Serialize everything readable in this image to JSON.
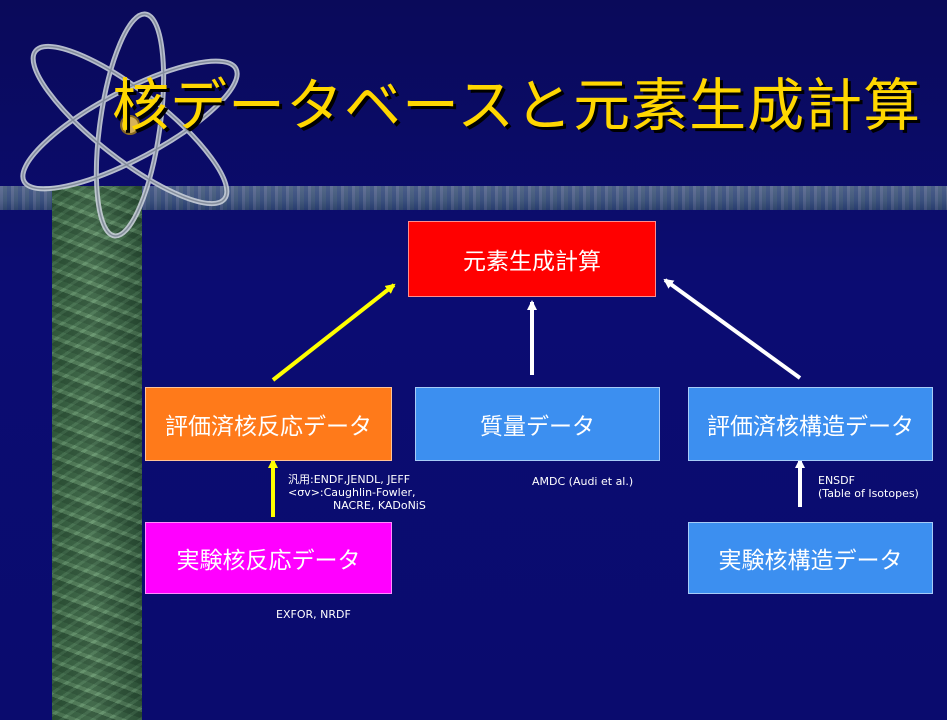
{
  "title": "核データベースと元素生成計算",
  "nodes": {
    "nucleosynthesis": {
      "label": "元素生成計算",
      "color": "#ff0000"
    },
    "evaluated_reaction": {
      "label": "評価済核反応データ",
      "color": "#ff7a1a"
    },
    "mass": {
      "label": "質量データ",
      "color": "#3c8ff0"
    },
    "evaluated_structure": {
      "label": "評価済核構造データ",
      "color": "#3c8ff0"
    },
    "experimental_reaction": {
      "label": "実験核反応データ",
      "color": "#ff00ff"
    },
    "experimental_structure": {
      "label": "実験核構造データ",
      "color": "#3c8ff0"
    }
  },
  "notes": {
    "reaction_libs_line1": "汎用:ENDF,JENDL, JEFF",
    "reaction_libs_line2": "<σv>:Caughlin-Fowler,",
    "reaction_libs_line3": "NACRE, KADoNiS",
    "mass_source": "AMDC (Audi et al.)",
    "structure_line1": "ENSDF",
    "structure_line2": "(Table of Isotopes)",
    "experimental_reaction_sources": "EXFOR, NRDF"
  },
  "colors": {
    "background": "#0b0c72",
    "title": "#ffd700",
    "arrow_yellow": "#ffff00",
    "arrow_white": "#ffffff"
  }
}
